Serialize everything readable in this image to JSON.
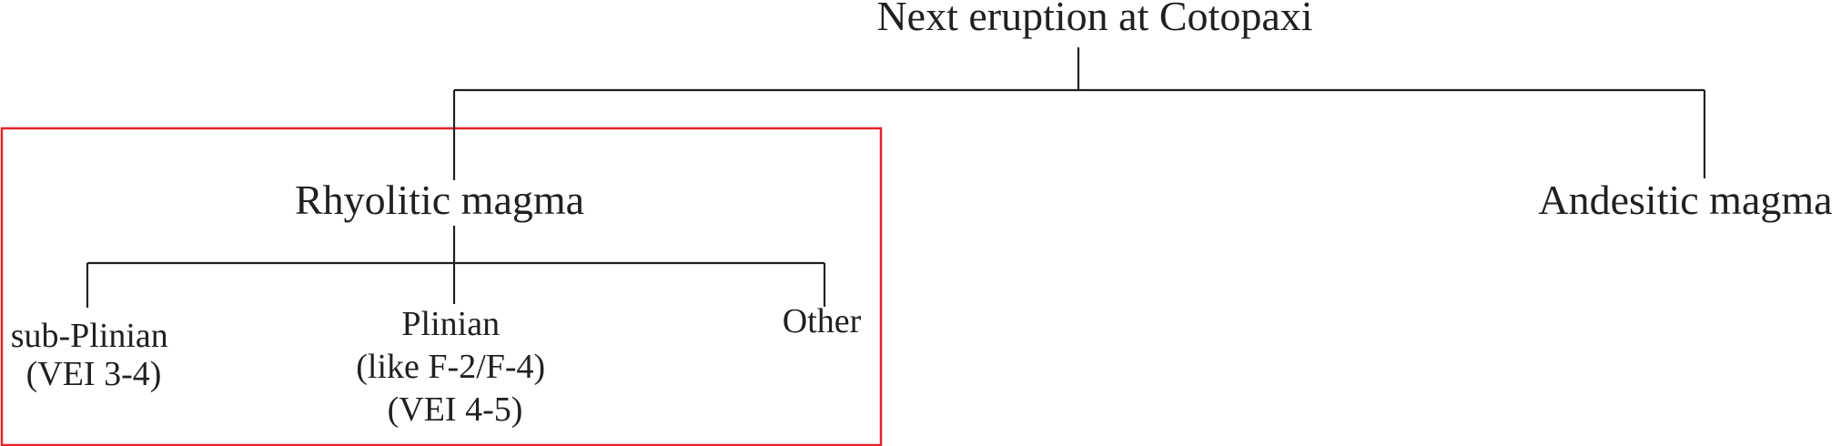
{
  "diagram": {
    "root": {
      "label": "Next eruption at Cotopaxi"
    },
    "branches": [
      {
        "label": "Rhyolitic magma",
        "highlighted": true,
        "children": [
          {
            "lines": [
              "sub-Plinian",
              "(VEI 3-4)"
            ]
          },
          {
            "lines": [
              "Plinian",
              "(like F-2/F-4)",
              "(VEI 4-5)"
            ]
          },
          {
            "lines": [
              "Other"
            ]
          }
        ]
      },
      {
        "label": "Andesitic magma",
        "highlighted": false,
        "children": []
      }
    ],
    "colors": {
      "text": "#231f20",
      "lines": "#231f20",
      "highlight_box": "#e3242b"
    }
  }
}
